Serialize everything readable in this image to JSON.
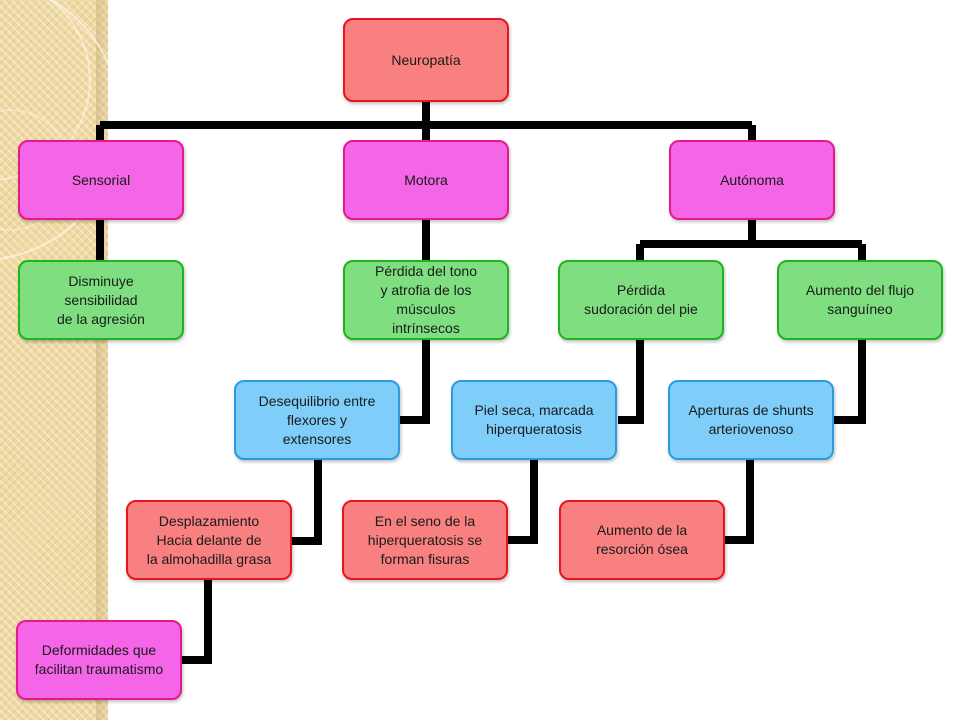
{
  "colors": {
    "red": "#f98080",
    "pink": "#f565e8",
    "green": "#7fdf80",
    "blue": "#7fcdf9",
    "connector": "#000000"
  },
  "nodes": {
    "root": "Neuropatía",
    "sensorial": "Sensorial",
    "motora": "Motora",
    "autonoma": "Autónoma",
    "disminuye": "Disminuye\nsensibilidad\nde la agresión",
    "perdida_tono": "Pérdida del tono\ny atrofia de los\nmúsculos\nintrínsecos",
    "perdida_sudoracion": "Pérdida\nsudoración del pie",
    "aumento_flujo": "Aumento del flujo\nsanguíneo",
    "desequilibrio": "Desequilibrio entre\nflexores y\nextensores",
    "piel_seca": "Piel seca, marcada\nhiperqueratosis",
    "aperturas": "Aperturas de shunts\narteriovenoso",
    "desplazamiento": "Desplazamiento\nHacia delante de\nla almohadilla grasa",
    "fisuras": "En el seno de la\nhiperqueratosis se\nforman fisuras",
    "resorcion": "Aumento de la\nresorción ósea",
    "deformidades": "Deformidades que\nfacilitan traumatismo"
  }
}
